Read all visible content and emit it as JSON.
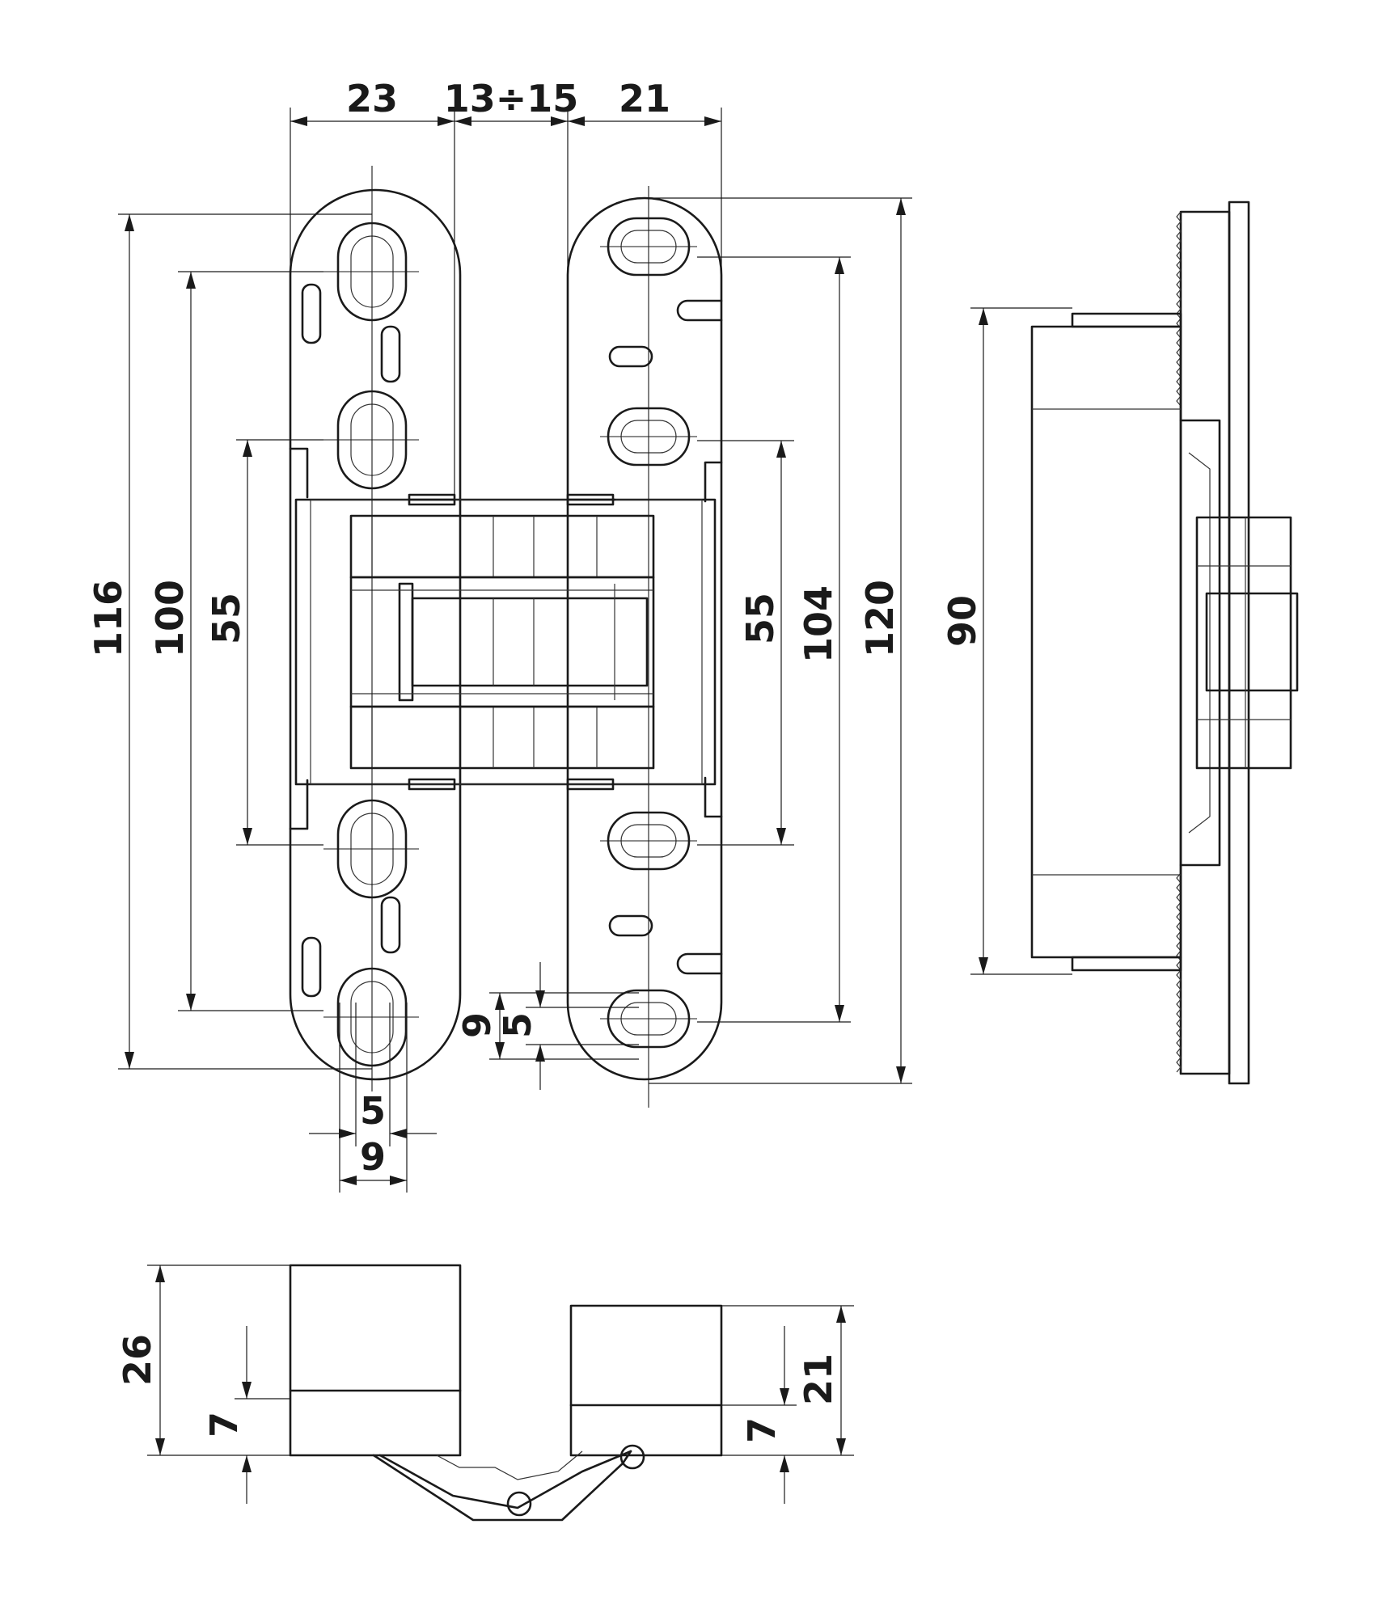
{
  "drawing": {
    "line_color": "#1a1a1a",
    "background": "#ffffff"
  },
  "dimensions": {
    "top_left_width": "23",
    "top_gap": "13÷15",
    "top_right_width": "21",
    "left_overall": "116",
    "left_slots": "100",
    "left_inner": "55",
    "right_inner": "55",
    "right_slots": "104",
    "right_overall": "120",
    "side_height": "90",
    "bottom_slot_small": "5",
    "bottom_slot_large": "9",
    "right_slot_large": "9",
    "right_slot_small": "5",
    "lower_total_left": "26",
    "lower_step_left": "7",
    "lower_total_right": "21",
    "lower_step_right": "7"
  }
}
